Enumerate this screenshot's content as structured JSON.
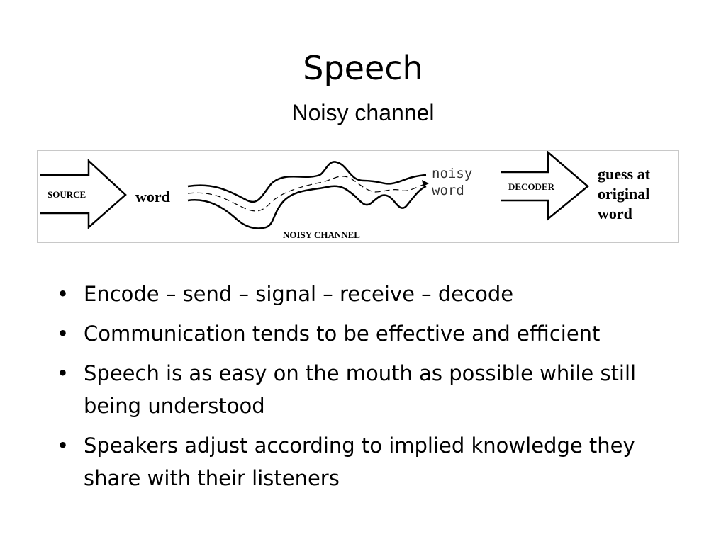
{
  "slide": {
    "title": "Speech",
    "subtitle": "Noisy channel"
  },
  "figure": {
    "source_label": "SOURCE",
    "word_label": "word",
    "noisy_word_line1": "noisy",
    "noisy_word_line2": "word",
    "channel_label": "NOISY CHANNEL",
    "decoder_label": "DECODER",
    "guess_line1": "guess at",
    "guess_line2": "original",
    "guess_line3": "word"
  },
  "bullets": [
    {
      "bullet": "•",
      "text": "Encode – send – signal – receive – decode"
    },
    {
      "bullet": "•",
      "text": "Communication tends to be effective and efficient"
    },
    {
      "bullet": "•",
      "text": "Speech is as easy on the mouth as possible while still being understood"
    },
    {
      "bullet": "•",
      "text": "Speakers adjust according to implied knowledge they share with their listeners"
    }
  ]
}
